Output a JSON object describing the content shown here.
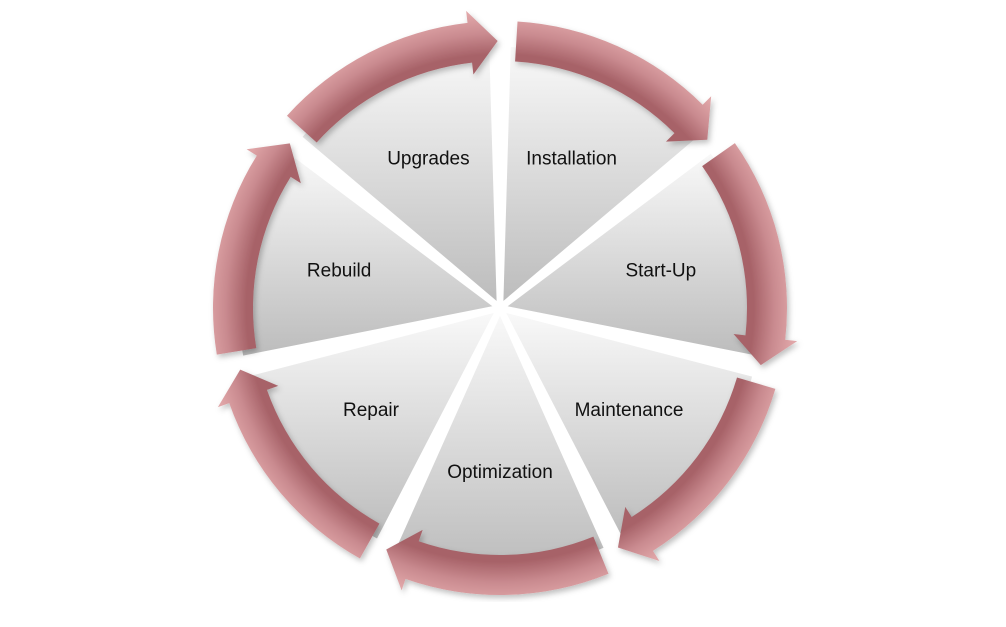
{
  "diagram": {
    "type": "cycle",
    "colors": {
      "arrow_light": "#e0a6a8",
      "arrow_dark": "#a76268",
      "segment_light": "#f7f7f7",
      "segment_dark": "#bdbdbd",
      "background": "#ffffff"
    },
    "segments": [
      {
        "name": "upgrades",
        "label": "Upgrades"
      },
      {
        "name": "installation",
        "label": "Installation"
      },
      {
        "name": "start-up",
        "label": "Start-Up"
      },
      {
        "name": "maintenance",
        "label": "Maintenance"
      },
      {
        "name": "optimization",
        "label": "Optimization"
      },
      {
        "name": "repair",
        "label": "Repair"
      },
      {
        "name": "rebuild",
        "label": "Rebuild"
      }
    ]
  }
}
